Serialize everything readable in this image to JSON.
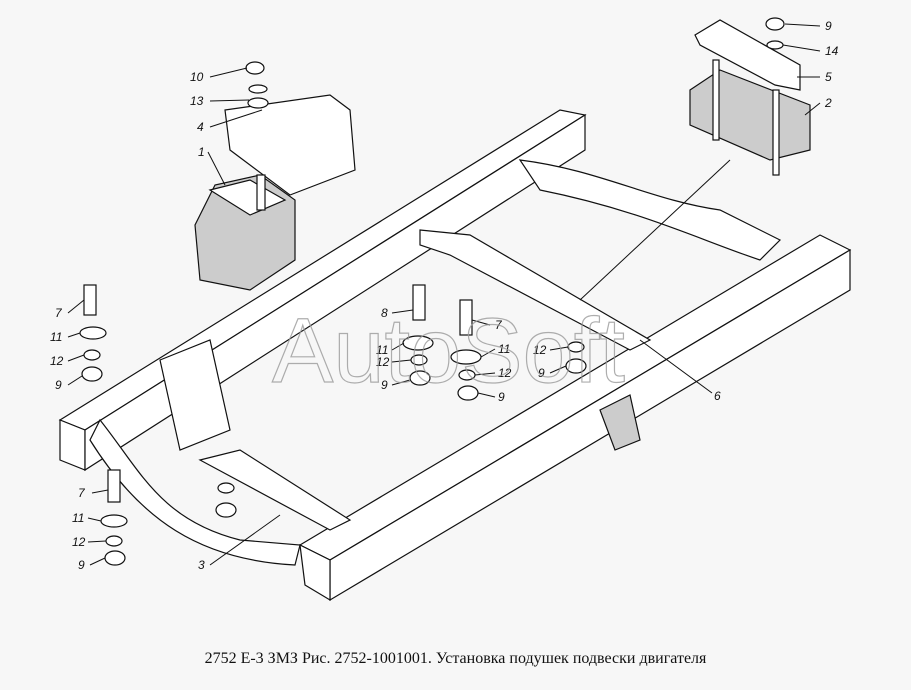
{
  "watermark": "AutoSoft",
  "caption": "2752 Е-3 ЗМЗ Рис. 2752-1001001. Установка подушек подвески двигателя",
  "callouts": [
    "10",
    "13",
    "4",
    "1",
    "9",
    "14",
    "5",
    "2",
    "7",
    "11",
    "12",
    "9",
    "8",
    "11",
    "12",
    "9",
    "7",
    "11",
    "12",
    "9",
    "12",
    "9",
    "6",
    "7",
    "11",
    "12",
    "9",
    "3"
  ]
}
